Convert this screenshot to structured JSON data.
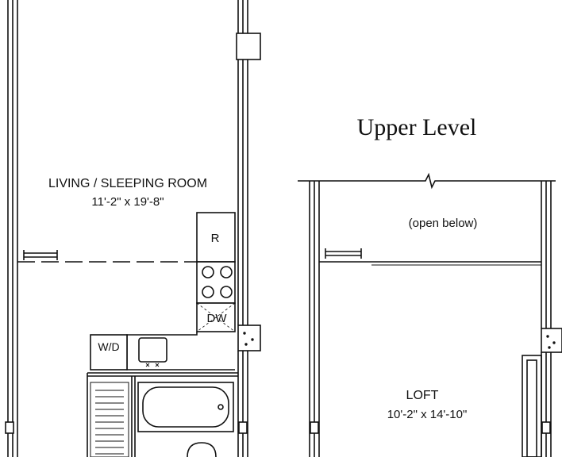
{
  "title": "Upper Level",
  "lower_level": {
    "room_name": "LIVING / SLEEPING ROOM",
    "room_dims": "11'-2\" x 19'-8\"",
    "fixtures": {
      "refrigerator": "R",
      "dishwasher": "DW",
      "washer_dryer": "W/D"
    }
  },
  "upper_level": {
    "open_note": "(open below)",
    "room_name": "LOFT",
    "room_dims": "10'-2\" x 14'-10\""
  }
}
